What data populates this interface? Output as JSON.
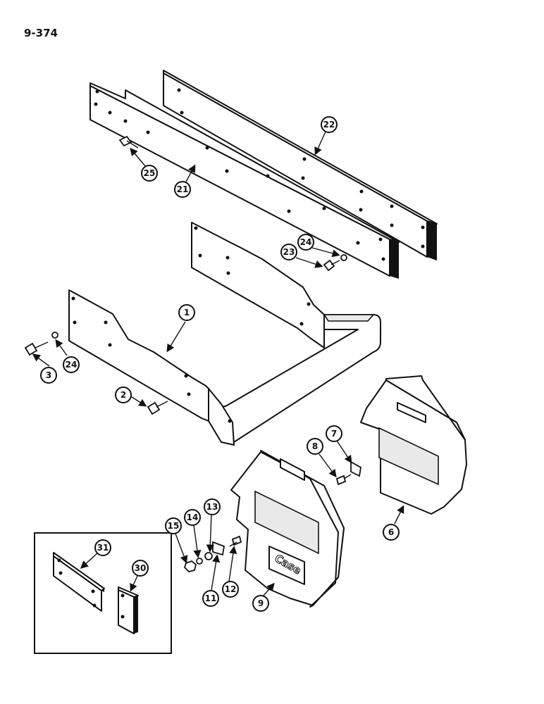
{
  "page_number": "9-374",
  "callouts": [
    "22",
    "25",
    "21",
    "24",
    "23",
    "1",
    "3",
    "24",
    "2",
    "7",
    "8",
    "6",
    "13",
    "14",
    "15",
    "11",
    "12",
    "9",
    "31",
    "30"
  ],
  "logo_text": "Case"
}
